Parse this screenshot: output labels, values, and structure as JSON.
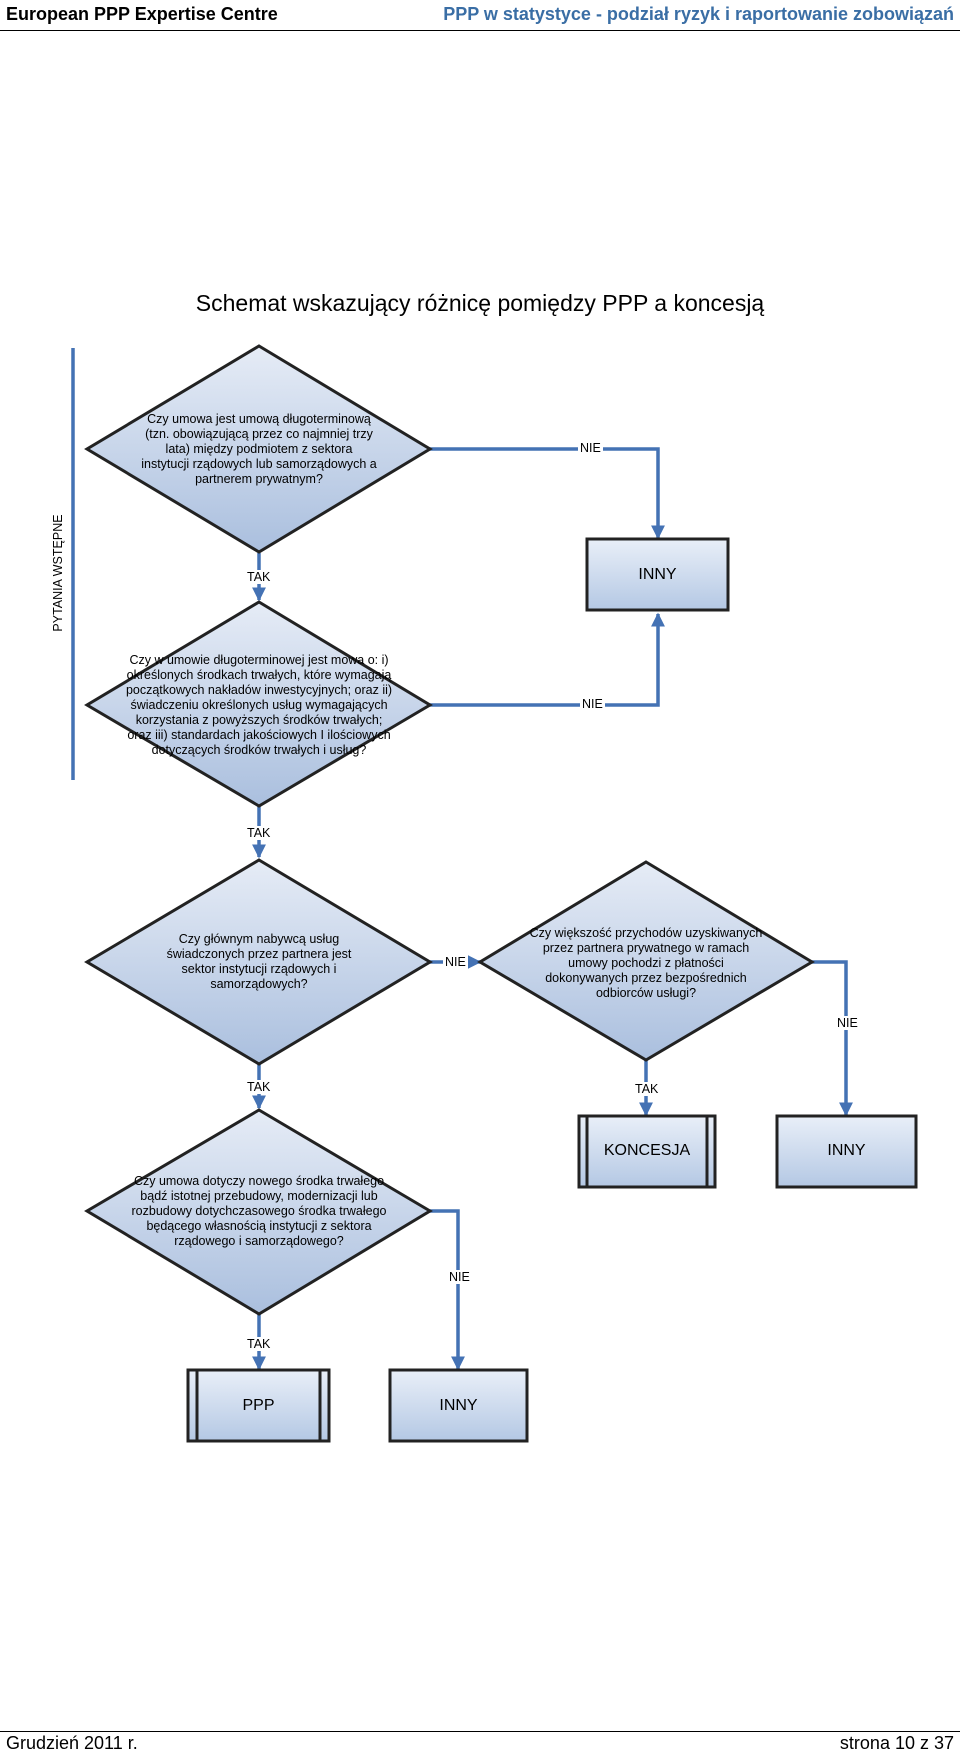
{
  "header": {
    "left": "European PPP Expertise Centre",
    "right": "PPP w statystyce - podział ryzyk i raportowanie zobowiązań"
  },
  "footer": {
    "left": "Grudzień 2011 r.",
    "right": "strona 10 z 37"
  },
  "diagram": {
    "title": "Schemat wskazujący różnicę pomiędzy PPP a koncesją",
    "side_label": "PYTANIA WSTĘPNE",
    "questions": {
      "q1": "Czy umowa jest umową długoterminową (tzn. obowiązującą przez co najmniej trzy lata) między podmiotem z sektora instytucji rządowych lub samorządowych a partnerem prywatnym?",
      "q2": "Czy w umowie długoterminowej jest mowa o: i) określonych środkach trwałych, które wymagają początkowych nakładów inwestycyjnych; oraz ii) świadczeniu określonych usług wymagających korzystania z powyższych środków trwałych; oraz iii) standardach jakościowych I ilościowych dotyczących środków trwałych i usług?",
      "q3": "Czy głównym nabywcą usług świadczonych przez partnera jest sektor instytucji rządowych i samorządowych?",
      "q4": "Czy większość przychodów uzyskiwanych przez partnera prywatnego w ramach umowy pochodzi z płatności dokonywanych przez bezpośrednich odbiorców usługi?",
      "q5": "Czy umowa dotyczy nowego środka trwałego bądź istotnej przebudowy, modernizacji lub rozbudowy dotychczasowego środka trwałego będącego własnością instytucji z sektora rządowego i samorządowego?"
    },
    "outcomes": {
      "inny": "INNY",
      "koncesja": "KONCESJA",
      "ppp": "PPP"
    },
    "answers": {
      "yes": "TAK",
      "no": "NIE"
    }
  }
}
